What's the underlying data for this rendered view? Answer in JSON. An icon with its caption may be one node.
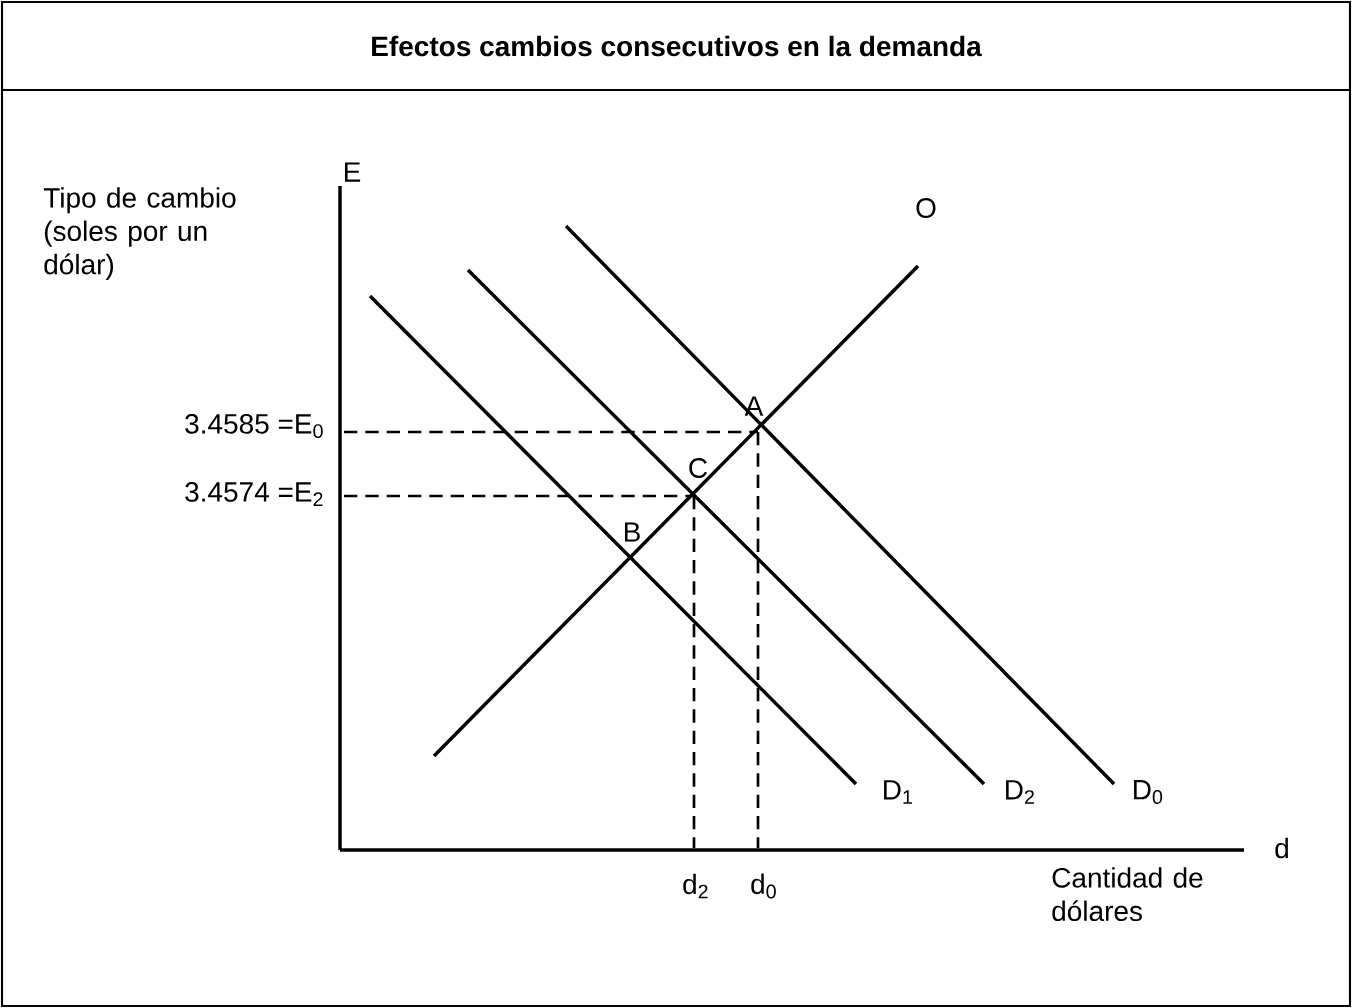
{
  "diagram": {
    "title": "Efectos cambios consecutivos en la demanda",
    "labels": [
      "Tipo de cambio (soles por un dólar)",
      "E",
      "O",
      "3.4585 =E$_{0}$",
      "A",
      "C",
      "3.4574 =E$_{2}$",
      "B",
      "D$_{1}$",
      "D$_{2}$",
      "D$_{0}$",
      "d",
      "d$_{2}$",
      "d$_{0}$",
      "Cantidad de dólares"
    ]
  }
}
